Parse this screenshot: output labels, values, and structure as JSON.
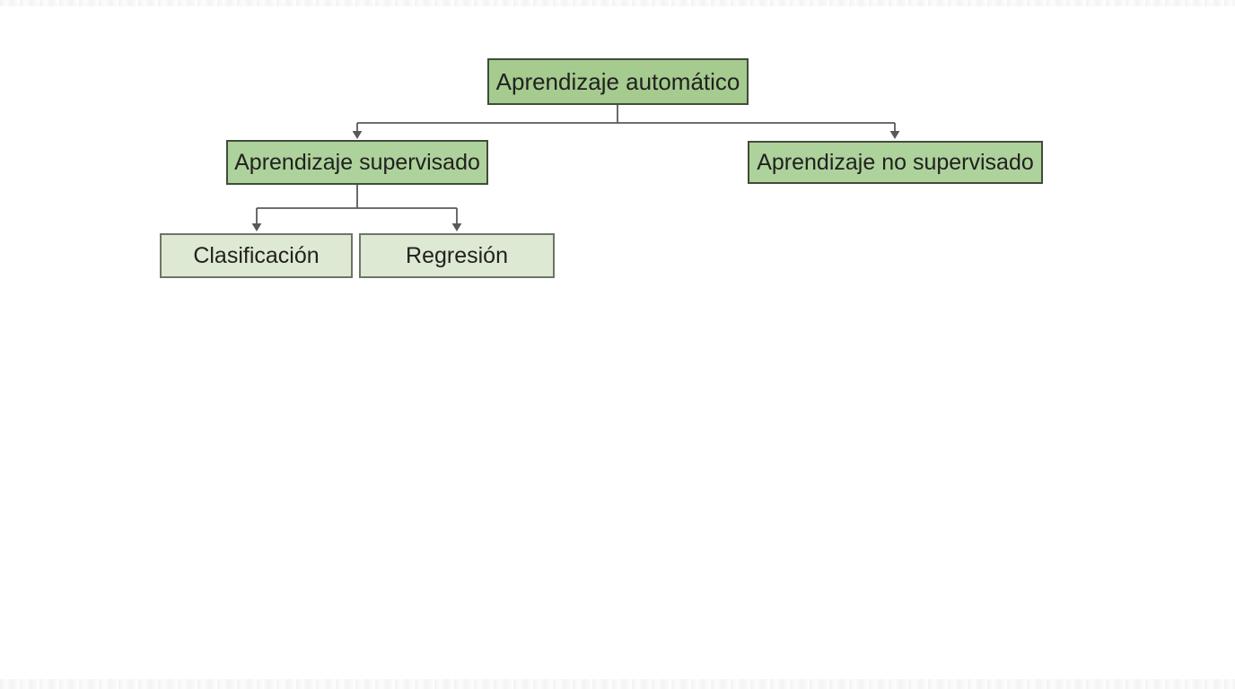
{
  "diagram": {
    "type": "tree",
    "background_color": "#ffffff",
    "connector_color": "#595959",
    "text_color": "#212121",
    "nodes": {
      "root": {
        "label": "Aprendizaje automático",
        "level": 1,
        "fill": "#a5cb8f",
        "border": "#414c3b"
      },
      "supervised": {
        "label": "Aprendizaje supervisado",
        "level": 2,
        "parent": "root",
        "fill": "#aed29b",
        "border": "#414c3b"
      },
      "unsupervised": {
        "label": "Aprendizaje no supervisado",
        "level": 2,
        "parent": "root",
        "fill": "#aed29b",
        "border": "#414c3b"
      },
      "classification": {
        "label": "Clasificación",
        "level": 3,
        "parent": "supervised",
        "fill": "#dde9d2",
        "border": "#6d7566"
      },
      "regression": {
        "label": "Regresión",
        "level": 3,
        "parent": "supervised",
        "fill": "#dde9d2",
        "border": "#6d7566"
      }
    },
    "edges": [
      {
        "from": "root",
        "to": "supervised",
        "arrow": "down"
      },
      {
        "from": "root",
        "to": "unsupervised",
        "arrow": "down"
      },
      {
        "from": "supervised",
        "to": "classification",
        "arrow": "down"
      },
      {
        "from": "supervised",
        "to": "regression",
        "arrow": "down"
      }
    ]
  }
}
